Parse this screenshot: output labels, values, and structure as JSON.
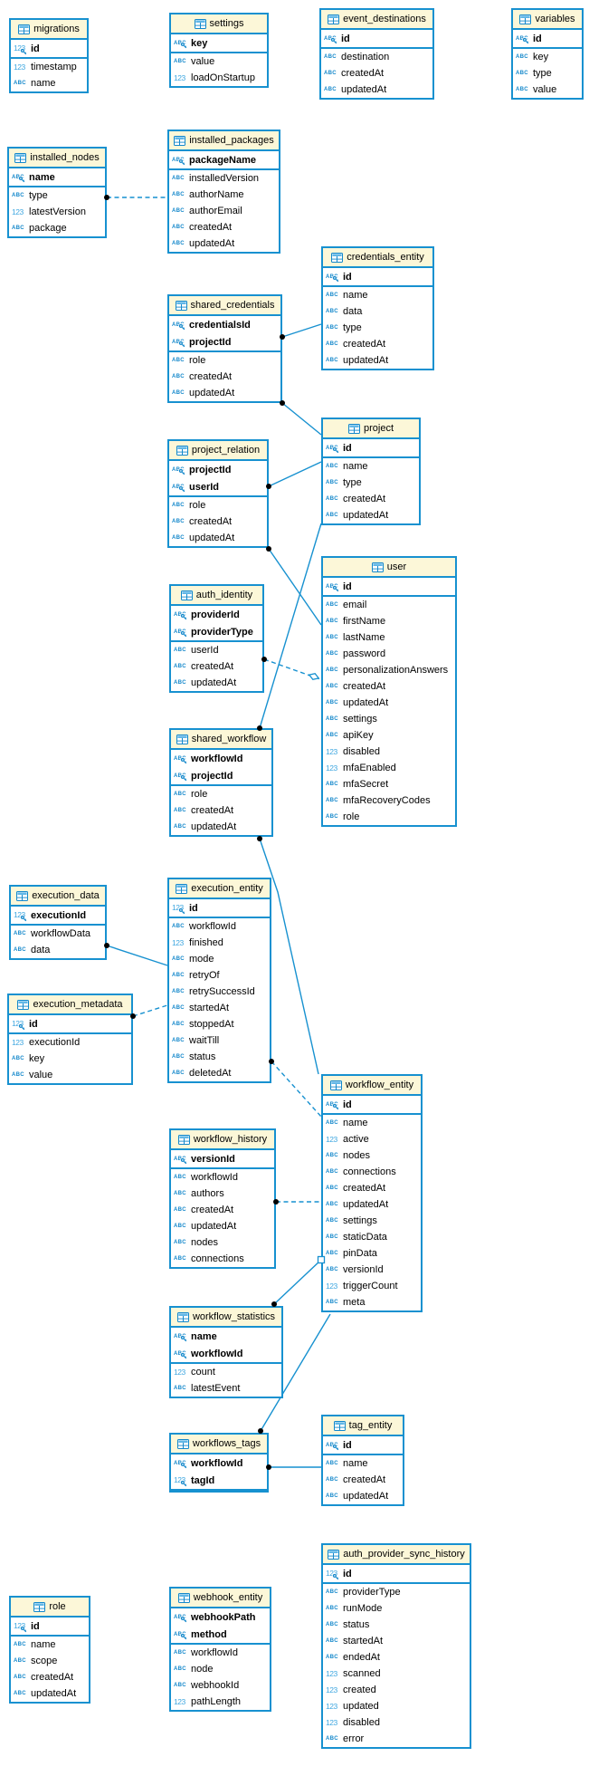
{
  "diagram": {
    "title": "database-er-diagram",
    "colors": {
      "accent": "#1488cb",
      "relationship_line": "#1791d0",
      "table_header_fill": "#fcf7d8",
      "numeric_icon": "#3fa7e0",
      "text_icon": "#1488cb",
      "cardinality_dot": "#000000"
    },
    "icons": {
      "table": "table-icon",
      "text_type": "text-type-icon (ABC)",
      "numeric_type": "numeric-type-icon (123)",
      "primary_key": "primary-key-icon (key overlay)"
    },
    "tables": [
      {
        "id": "migrations",
        "name": "migrations",
        "fields": [
          {
            "name": "id",
            "type": "num",
            "pk": true
          },
          {
            "name": "timestamp",
            "type": "num"
          },
          {
            "name": "name",
            "type": "text"
          }
        ]
      },
      {
        "id": "settings",
        "name": "settings",
        "fields": [
          {
            "name": "key",
            "type": "text",
            "pk": true
          },
          {
            "name": "value",
            "type": "text"
          },
          {
            "name": "loadOnStartup",
            "type": "num"
          }
        ]
      },
      {
        "id": "event_destinations",
        "name": "event_destinations",
        "fields": [
          {
            "name": "id",
            "type": "text",
            "pk": true
          },
          {
            "name": "destination",
            "type": "text"
          },
          {
            "name": "createdAt",
            "type": "text"
          },
          {
            "name": "updatedAt",
            "type": "text"
          }
        ]
      },
      {
        "id": "variables",
        "name": "variables",
        "fields": [
          {
            "name": "id",
            "type": "text",
            "pk": true
          },
          {
            "name": "key",
            "type": "text"
          },
          {
            "name": "type",
            "type": "text"
          },
          {
            "name": "value",
            "type": "text"
          }
        ]
      },
      {
        "id": "installed_nodes",
        "name": "installed_nodes",
        "fields": [
          {
            "name": "name",
            "type": "text",
            "pk": true
          },
          {
            "name": "type",
            "type": "text"
          },
          {
            "name": "latestVersion",
            "type": "num"
          },
          {
            "name": "package",
            "type": "text"
          }
        ]
      },
      {
        "id": "installed_packages",
        "name": "installed_packages",
        "fields": [
          {
            "name": "packageName",
            "type": "text",
            "pk": true
          },
          {
            "name": "installedVersion",
            "type": "text"
          },
          {
            "name": "authorName",
            "type": "text"
          },
          {
            "name": "authorEmail",
            "type": "text"
          },
          {
            "name": "createdAt",
            "type": "text"
          },
          {
            "name": "updatedAt",
            "type": "text"
          }
        ]
      },
      {
        "id": "credentials_entity",
        "name": "credentials_entity",
        "fields": [
          {
            "name": "id",
            "type": "text",
            "pk": true
          },
          {
            "name": "name",
            "type": "text"
          },
          {
            "name": "data",
            "type": "text"
          },
          {
            "name": "type",
            "type": "text"
          },
          {
            "name": "createdAt",
            "type": "text"
          },
          {
            "name": "updatedAt",
            "type": "text"
          }
        ]
      },
      {
        "id": "shared_credentials",
        "name": "shared_credentials",
        "fields": [
          {
            "name": "credentialsId",
            "type": "text",
            "pk": true
          },
          {
            "name": "projectId",
            "type": "text",
            "pk": true
          },
          {
            "name": "role",
            "type": "text"
          },
          {
            "name": "createdAt",
            "type": "text"
          },
          {
            "name": "updatedAt",
            "type": "text"
          }
        ]
      },
      {
        "id": "project",
        "name": "project",
        "fields": [
          {
            "name": "id",
            "type": "text",
            "pk": true
          },
          {
            "name": "name",
            "type": "text"
          },
          {
            "name": "type",
            "type": "text"
          },
          {
            "name": "createdAt",
            "type": "text"
          },
          {
            "name": "updatedAt",
            "type": "text"
          }
        ]
      },
      {
        "id": "project_relation",
        "name": "project_relation",
        "fields": [
          {
            "name": "projectId",
            "type": "text",
            "pk": true
          },
          {
            "name": "userId",
            "type": "text",
            "pk": true
          },
          {
            "name": "role",
            "type": "text"
          },
          {
            "name": "createdAt",
            "type": "text"
          },
          {
            "name": "updatedAt",
            "type": "text"
          }
        ]
      },
      {
        "id": "user",
        "name": "user",
        "fields": [
          {
            "name": "id",
            "type": "text",
            "pk": true
          },
          {
            "name": "email",
            "type": "text"
          },
          {
            "name": "firstName",
            "type": "text"
          },
          {
            "name": "lastName",
            "type": "text"
          },
          {
            "name": "password",
            "type": "text"
          },
          {
            "name": "personalizationAnswers",
            "type": "text"
          },
          {
            "name": "createdAt",
            "type": "text"
          },
          {
            "name": "updatedAt",
            "type": "text"
          },
          {
            "name": "settings",
            "type": "text"
          },
          {
            "name": "apiKey",
            "type": "text"
          },
          {
            "name": "disabled",
            "type": "num"
          },
          {
            "name": "mfaEnabled",
            "type": "num"
          },
          {
            "name": "mfaSecret",
            "type": "text"
          },
          {
            "name": "mfaRecoveryCodes",
            "type": "text"
          },
          {
            "name": "role",
            "type": "text"
          }
        ]
      },
      {
        "id": "auth_identity",
        "name": "auth_identity",
        "fields": [
          {
            "name": "providerId",
            "type": "text",
            "pk": true
          },
          {
            "name": "providerType",
            "type": "text",
            "pk": true
          },
          {
            "name": "userId",
            "type": "text"
          },
          {
            "name": "createdAt",
            "type": "text"
          },
          {
            "name": "updatedAt",
            "type": "text"
          }
        ]
      },
      {
        "id": "shared_workflow",
        "name": "shared_workflow",
        "fields": [
          {
            "name": "workflowId",
            "type": "text",
            "pk": true
          },
          {
            "name": "projectId",
            "type": "text",
            "pk": true
          },
          {
            "name": "role",
            "type": "text"
          },
          {
            "name": "createdAt",
            "type": "text"
          },
          {
            "name": "updatedAt",
            "type": "text"
          }
        ]
      },
      {
        "id": "execution_entity",
        "name": "execution_entity",
        "fields": [
          {
            "name": "id",
            "type": "num",
            "pk": true
          },
          {
            "name": "workflowId",
            "type": "text"
          },
          {
            "name": "finished",
            "type": "num"
          },
          {
            "name": "mode",
            "type": "text"
          },
          {
            "name": "retryOf",
            "type": "text"
          },
          {
            "name": "retrySuccessId",
            "type": "text"
          },
          {
            "name": "startedAt",
            "type": "text"
          },
          {
            "name": "stoppedAt",
            "type": "text"
          },
          {
            "name": "waitTill",
            "type": "text"
          },
          {
            "name": "status",
            "type": "text"
          },
          {
            "name": "deletedAt",
            "type": "text"
          }
        ]
      },
      {
        "id": "execution_data",
        "name": "execution_data",
        "fields": [
          {
            "name": "executionId",
            "type": "num",
            "pk": true
          },
          {
            "name": "workflowData",
            "type": "text"
          },
          {
            "name": "data",
            "type": "text"
          }
        ]
      },
      {
        "id": "execution_metadata",
        "name": "execution_metadata",
        "fields": [
          {
            "name": "id",
            "type": "num",
            "pk": true
          },
          {
            "name": "executionId",
            "type": "num"
          },
          {
            "name": "key",
            "type": "text"
          },
          {
            "name": "value",
            "type": "text"
          }
        ]
      },
      {
        "id": "workflow_entity",
        "name": "workflow_entity",
        "fields": [
          {
            "name": "id",
            "type": "text",
            "pk": true
          },
          {
            "name": "name",
            "type": "text"
          },
          {
            "name": "active",
            "type": "num"
          },
          {
            "name": "nodes",
            "type": "text"
          },
          {
            "name": "connections",
            "type": "text"
          },
          {
            "name": "createdAt",
            "type": "text"
          },
          {
            "name": "updatedAt",
            "type": "text"
          },
          {
            "name": "settings",
            "type": "text"
          },
          {
            "name": "staticData",
            "type": "text"
          },
          {
            "name": "pinData",
            "type": "text"
          },
          {
            "name": "versionId",
            "type": "text"
          },
          {
            "name": "triggerCount",
            "type": "num"
          },
          {
            "name": "meta",
            "type": "text"
          }
        ]
      },
      {
        "id": "workflow_history",
        "name": "workflow_history",
        "fields": [
          {
            "name": "versionId",
            "type": "text",
            "pk": true
          },
          {
            "name": "workflowId",
            "type": "text"
          },
          {
            "name": "authors",
            "type": "text"
          },
          {
            "name": "createdAt",
            "type": "text"
          },
          {
            "name": "updatedAt",
            "type": "text"
          },
          {
            "name": "nodes",
            "type": "text"
          },
          {
            "name": "connections",
            "type": "text"
          }
        ]
      },
      {
        "id": "workflow_statistics",
        "name": "workflow_statistics",
        "fields": [
          {
            "name": "name",
            "type": "text",
            "pk": true
          },
          {
            "name": "workflowId",
            "type": "text",
            "pk": true
          },
          {
            "name": "count",
            "type": "num"
          },
          {
            "name": "latestEvent",
            "type": "text"
          }
        ]
      },
      {
        "id": "workflows_tags",
        "name": "workflows_tags",
        "fields": [
          {
            "name": "workflowId",
            "type": "text",
            "pk": true
          },
          {
            "name": "tagId",
            "type": "num",
            "pk": true
          }
        ]
      },
      {
        "id": "tag_entity",
        "name": "tag_entity",
        "fields": [
          {
            "name": "id",
            "type": "text",
            "pk": true
          },
          {
            "name": "name",
            "type": "text"
          },
          {
            "name": "createdAt",
            "type": "text"
          },
          {
            "name": "updatedAt",
            "type": "text"
          }
        ]
      },
      {
        "id": "role",
        "name": "role",
        "fields": [
          {
            "name": "id",
            "type": "num",
            "pk": true
          },
          {
            "name": "name",
            "type": "text"
          },
          {
            "name": "scope",
            "type": "text"
          },
          {
            "name": "createdAt",
            "type": "text"
          },
          {
            "name": "updatedAt",
            "type": "text"
          }
        ]
      },
      {
        "id": "webhook_entity",
        "name": "webhook_entity",
        "fields": [
          {
            "name": "webhookPath",
            "type": "text",
            "pk": true
          },
          {
            "name": "method",
            "type": "text",
            "pk": true
          },
          {
            "name": "workflowId",
            "type": "text"
          },
          {
            "name": "node",
            "type": "text"
          },
          {
            "name": "webhookId",
            "type": "text"
          },
          {
            "name": "pathLength",
            "type": "num"
          }
        ]
      },
      {
        "id": "auth_provider_sync_history",
        "name": "auth_provider_sync_history",
        "fields": [
          {
            "name": "id",
            "type": "num",
            "pk": true
          },
          {
            "name": "providerType",
            "type": "text"
          },
          {
            "name": "runMode",
            "type": "text"
          },
          {
            "name": "status",
            "type": "text"
          },
          {
            "name": "startedAt",
            "type": "text"
          },
          {
            "name": "endedAt",
            "type": "text"
          },
          {
            "name": "scanned",
            "type": "num"
          },
          {
            "name": "created",
            "type": "num"
          },
          {
            "name": "updated",
            "type": "num"
          },
          {
            "name": "disabled",
            "type": "num"
          },
          {
            "name": "error",
            "type": "text"
          }
        ]
      }
    ],
    "relationships": [
      {
        "from": "installed_nodes",
        "to": "installed_packages",
        "style": "dashed",
        "markers": [
          "dot"
        ]
      },
      {
        "from": "shared_credentials",
        "to": "credentials_entity",
        "style": "solid",
        "markers": [
          "dot"
        ]
      },
      {
        "from": "shared_credentials",
        "to": "project",
        "style": "solid",
        "markers": [
          "dot"
        ]
      },
      {
        "from": "project_relation",
        "to": "project",
        "style": "solid",
        "markers": [
          "dot"
        ]
      },
      {
        "from": "project_relation",
        "to": "user",
        "style": "solid",
        "markers": [
          "dot"
        ]
      },
      {
        "from": "project",
        "to": "shared_workflow",
        "style": "solid",
        "markers": [
          "dot"
        ]
      },
      {
        "from": "auth_identity",
        "to": "user",
        "style": "dashed",
        "markers": [
          "dot",
          "diamond"
        ]
      },
      {
        "from": "shared_workflow",
        "to": "workflow_entity",
        "style": "solid",
        "markers": [
          "dot"
        ]
      },
      {
        "from": "execution_data",
        "to": "execution_entity",
        "style": "solid",
        "markers": [
          "dot"
        ]
      },
      {
        "from": "execution_metadata",
        "to": "execution_entity",
        "style": "dashed",
        "markers": [
          "dot"
        ]
      },
      {
        "from": "execution_entity",
        "to": "workflow_entity",
        "style": "dashed",
        "markers": [
          "dot"
        ]
      },
      {
        "from": "workflow_history",
        "to": "workflow_entity",
        "style": "dashed",
        "markers": [
          "dot"
        ]
      },
      {
        "from": "workflow_statistics",
        "to": "workflow_entity",
        "style": "solid",
        "markers": [
          "dot",
          "square"
        ]
      },
      {
        "from": "workflows_tags",
        "to": "workflow_entity",
        "style": "solid",
        "markers": [
          "dot"
        ]
      },
      {
        "from": "workflows_tags",
        "to": "tag_entity",
        "style": "solid",
        "markers": [
          "dot"
        ]
      }
    ]
  }
}
